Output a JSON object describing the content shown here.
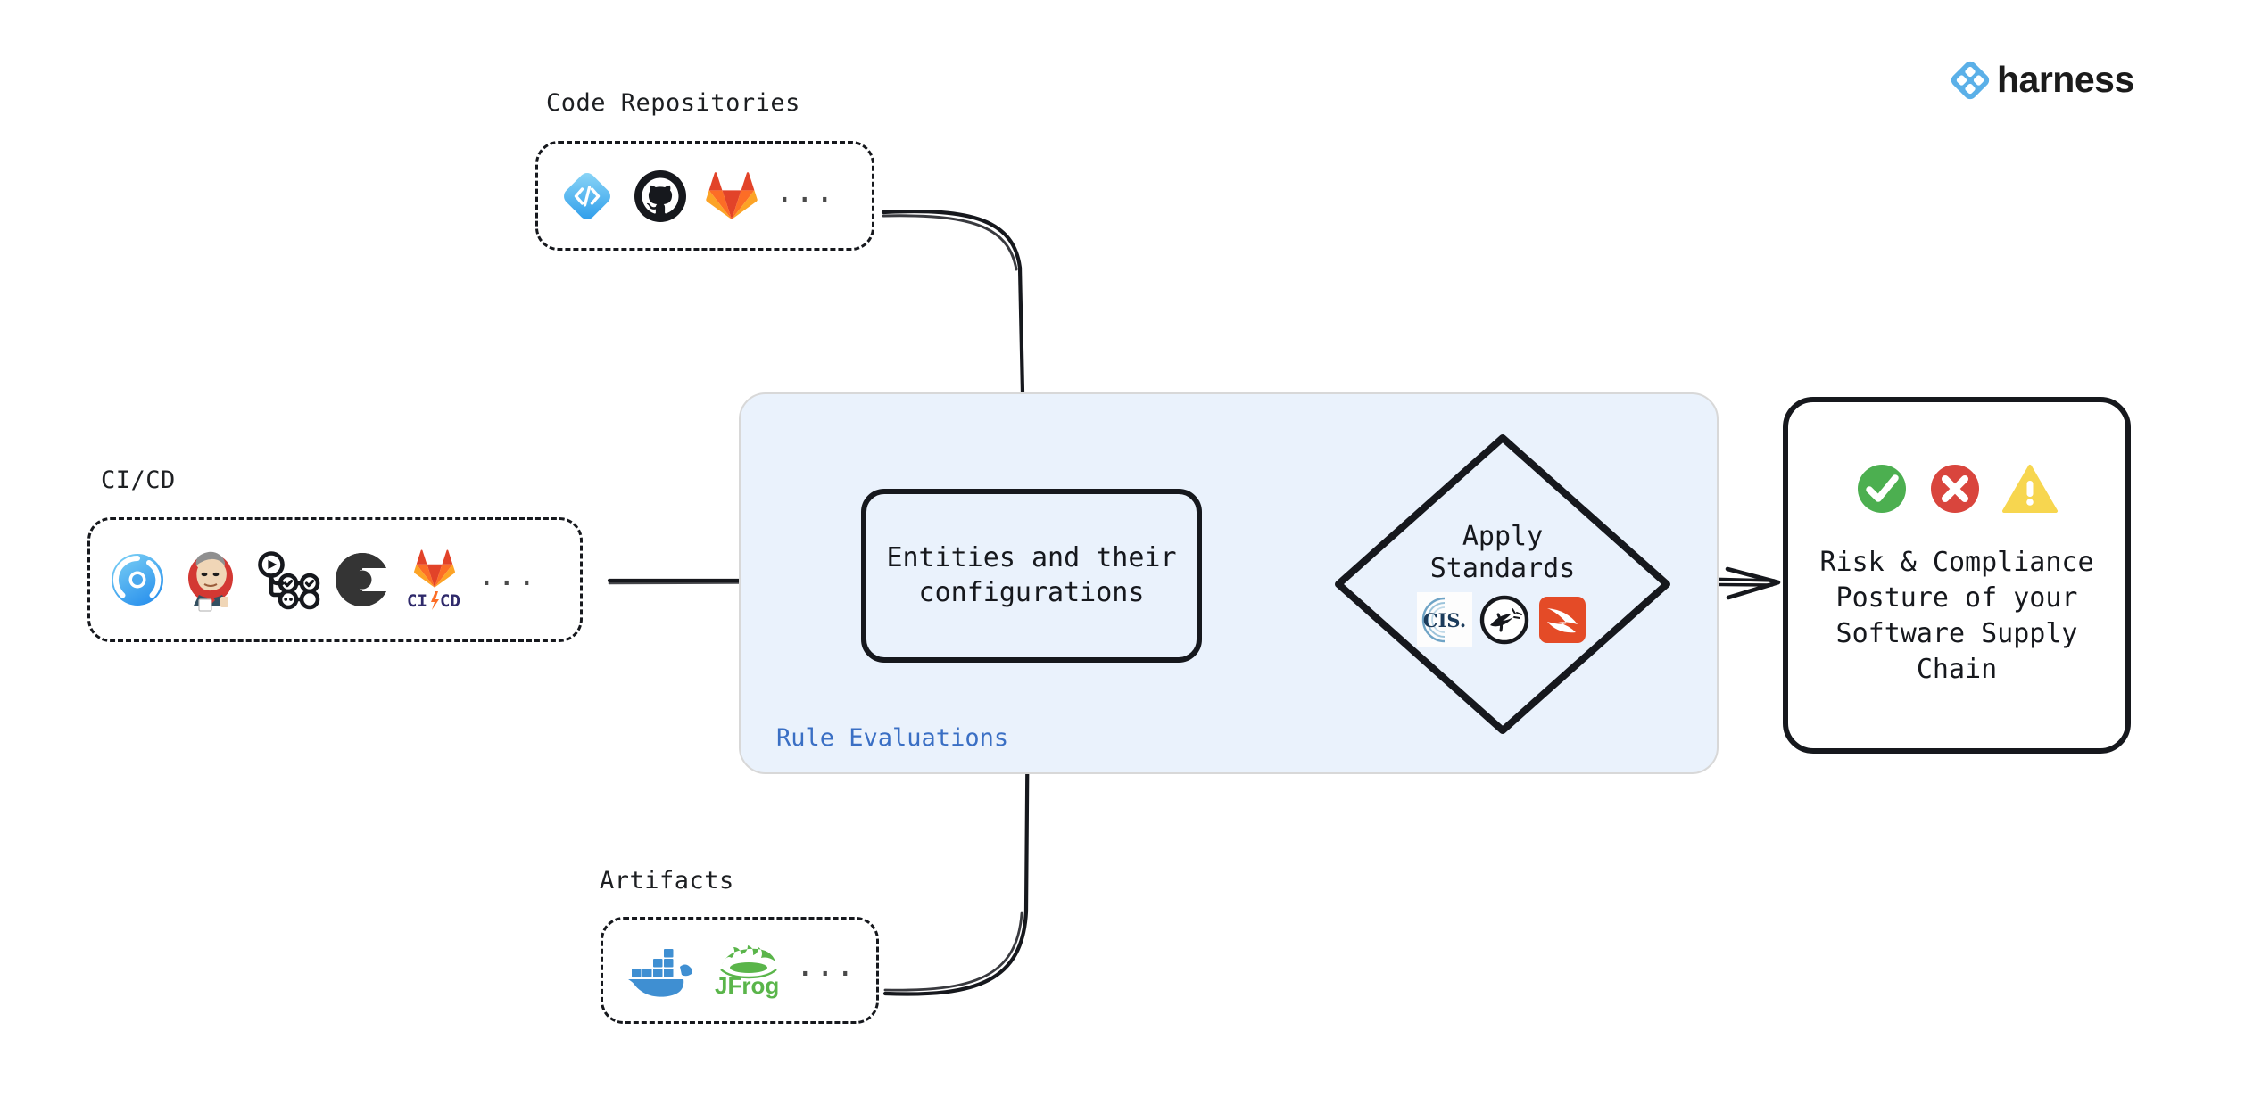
{
  "brand": {
    "name": "harness",
    "logo_icon": "harness-diamond-logo-icon",
    "accent_color": "#5bb0e8"
  },
  "groups": [
    {
      "id": "code-repositories",
      "label": "Code Repositories",
      "ellipsis": "...",
      "icons": [
        {
          "name": "bitbucket-code-icon",
          "title": "Code"
        },
        {
          "name": "github-icon",
          "title": "GitHub"
        },
        {
          "name": "gitlab-icon",
          "title": "GitLab"
        }
      ]
    },
    {
      "id": "ci-cd",
      "label": "CI/CD",
      "ellipsis": "...",
      "icons": [
        {
          "name": "argo-cd-icon",
          "title": "Argo CD"
        },
        {
          "name": "jenkins-icon",
          "title": "Jenkins"
        },
        {
          "name": "github-actions-icon",
          "title": "GitHub Actions"
        },
        {
          "name": "circleci-icon",
          "title": "CircleCI"
        },
        {
          "name": "gitlab-ci-cd-icon",
          "title": "GitLab CI/CD",
          "text": "CI CD"
        }
      ]
    },
    {
      "id": "artifacts",
      "label": "Artifacts",
      "ellipsis": "...",
      "icons": [
        {
          "name": "docker-icon",
          "title": "Docker"
        },
        {
          "name": "jfrog-icon",
          "title": "JFrog",
          "text": "JFrog"
        }
      ]
    }
  ],
  "rule_panel": {
    "label": "Rule Evaluations",
    "label_color": "#3a6fc4",
    "background_color": "#eaf2fc",
    "border_color": "#d8d8d8"
  },
  "entities_node": {
    "text": "Entities and their\nconfigurations"
  },
  "standards_node": {
    "text": "Apply\nStandards",
    "icons": [
      {
        "name": "cis-logo-icon",
        "title": "CIS",
        "text": "CIS."
      },
      {
        "name": "openssf-logo-icon",
        "title": "OpenSSF"
      },
      {
        "name": "slsa-logo-icon",
        "title": "SLSA"
      }
    ]
  },
  "outcome_node": {
    "text": "Risk & Compliance\nPosture of your\nSoftware Supply\nChain",
    "status_icons": [
      {
        "name": "success-check-icon",
        "title": "Pass",
        "color": "#4caf50"
      },
      {
        "name": "error-cross-icon",
        "title": "Fail",
        "color": "#d9453d"
      },
      {
        "name": "warning-triangle-icon",
        "title": "Warning",
        "color": "#f6d košt"
      }
    ]
  },
  "connectors": [
    {
      "name": "connector-code-repos-to-entities",
      "from": "code-repositories",
      "to": "entities_node",
      "style": "curved-arrow-down"
    },
    {
      "name": "connector-cicd-to-entities",
      "from": "ci-cd",
      "to": "entities_node",
      "style": "straight-arrow-right"
    },
    {
      "name": "connector-artifacts-to-entities",
      "from": "artifacts",
      "to": "entities_node",
      "style": "curved-arrow-up"
    },
    {
      "name": "connector-entities-to-standards",
      "from": "entities_node",
      "to": "standards_node",
      "style": "double-line-arrow-right"
    },
    {
      "name": "connector-standards-to-outcome",
      "from": "standards_node",
      "to": "outcome_node",
      "style": "double-line-arrow-right"
    }
  ]
}
